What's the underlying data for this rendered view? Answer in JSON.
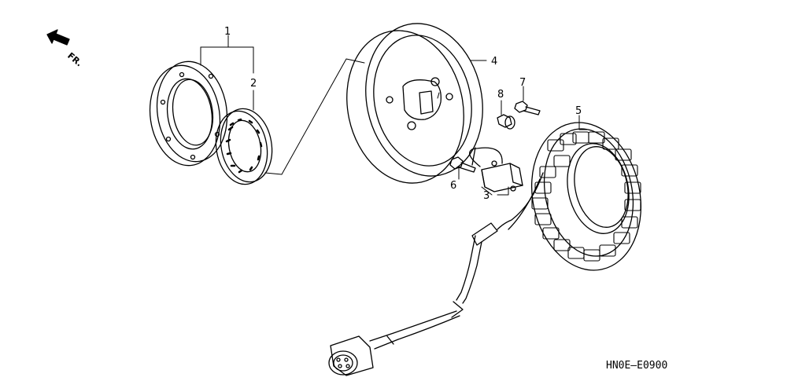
{
  "direction_indicator": {
    "label": "FR."
  },
  "callouts": [
    {
      "id": "1",
      "label": "1"
    },
    {
      "id": "2",
      "label": "2"
    },
    {
      "id": "3",
      "label": "3"
    },
    {
      "id": "4",
      "label": "4"
    },
    {
      "id": "5",
      "label": "5"
    },
    {
      "id": "6",
      "label": "6"
    },
    {
      "id": "7",
      "label": "7"
    },
    {
      "id": "8",
      "label": "8"
    }
  ],
  "diagram_code": "HN0E—E0900"
}
